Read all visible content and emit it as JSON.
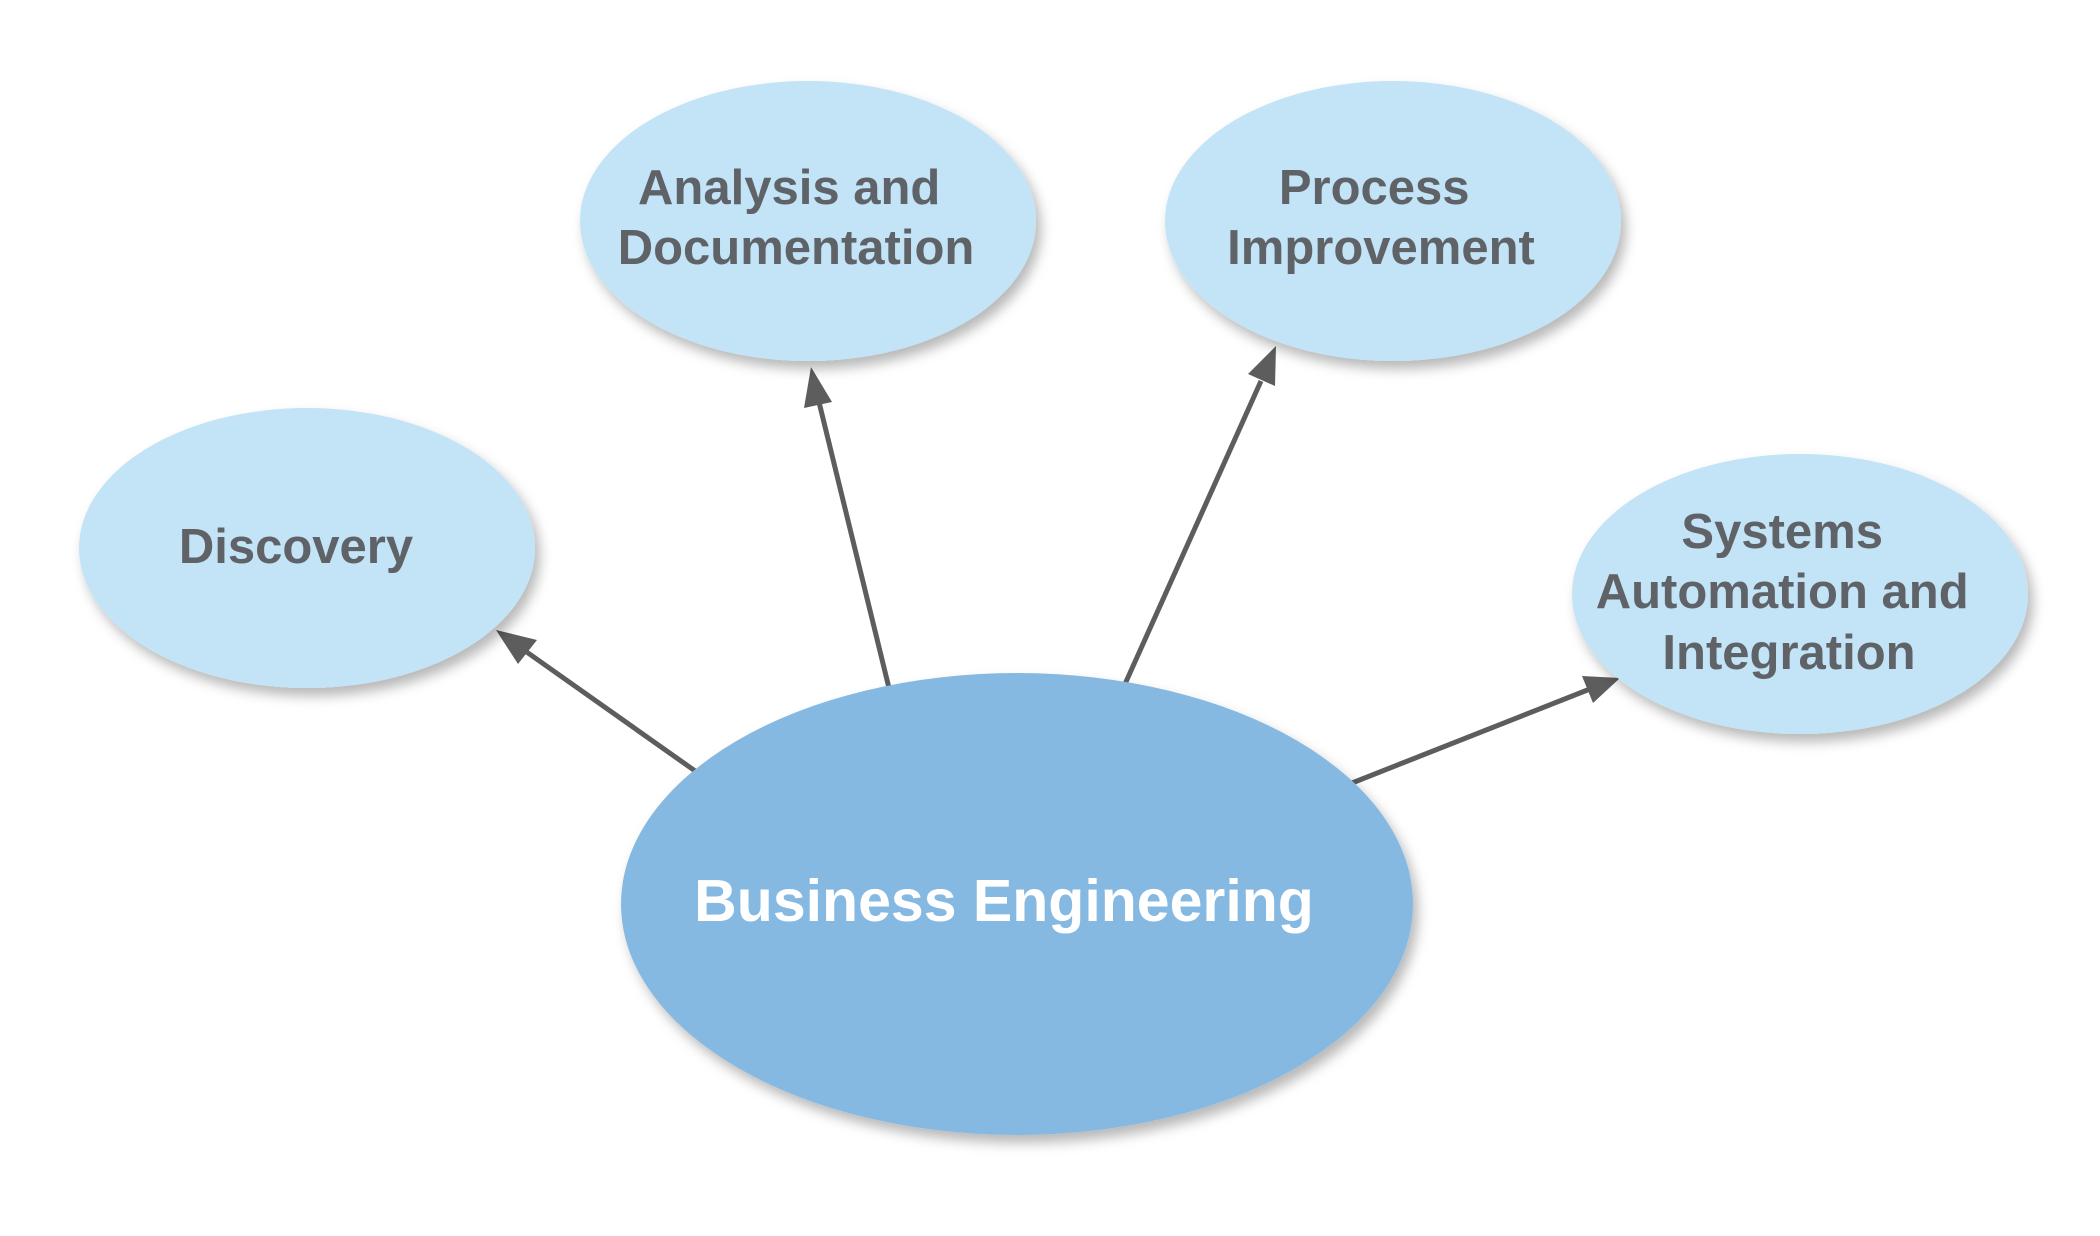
{
  "diagram": {
    "center": {
      "label": "Business Engineering"
    },
    "nodes": [
      {
        "id": "discovery",
        "lines": [
          "Discovery"
        ]
      },
      {
        "id": "analysis",
        "lines": [
          "Analysis and",
          "Documentation"
        ]
      },
      {
        "id": "process",
        "lines": [
          "Process",
          "Improvement"
        ]
      },
      {
        "id": "systems",
        "lines": [
          "Systems",
          "Automation and",
          "Integration"
        ]
      }
    ],
    "edges": [
      {
        "from": "center",
        "to": "discovery"
      },
      {
        "from": "center",
        "to": "analysis"
      },
      {
        "from": "center",
        "to": "process"
      },
      {
        "from": "center",
        "to": "systems"
      }
    ],
    "colors": {
      "center_fill": "#86b9e2",
      "node_fill": "#c3e3f6",
      "node_text": "#5f6368",
      "center_text": "#ffffff",
      "edge": "#5d5d5d"
    }
  }
}
